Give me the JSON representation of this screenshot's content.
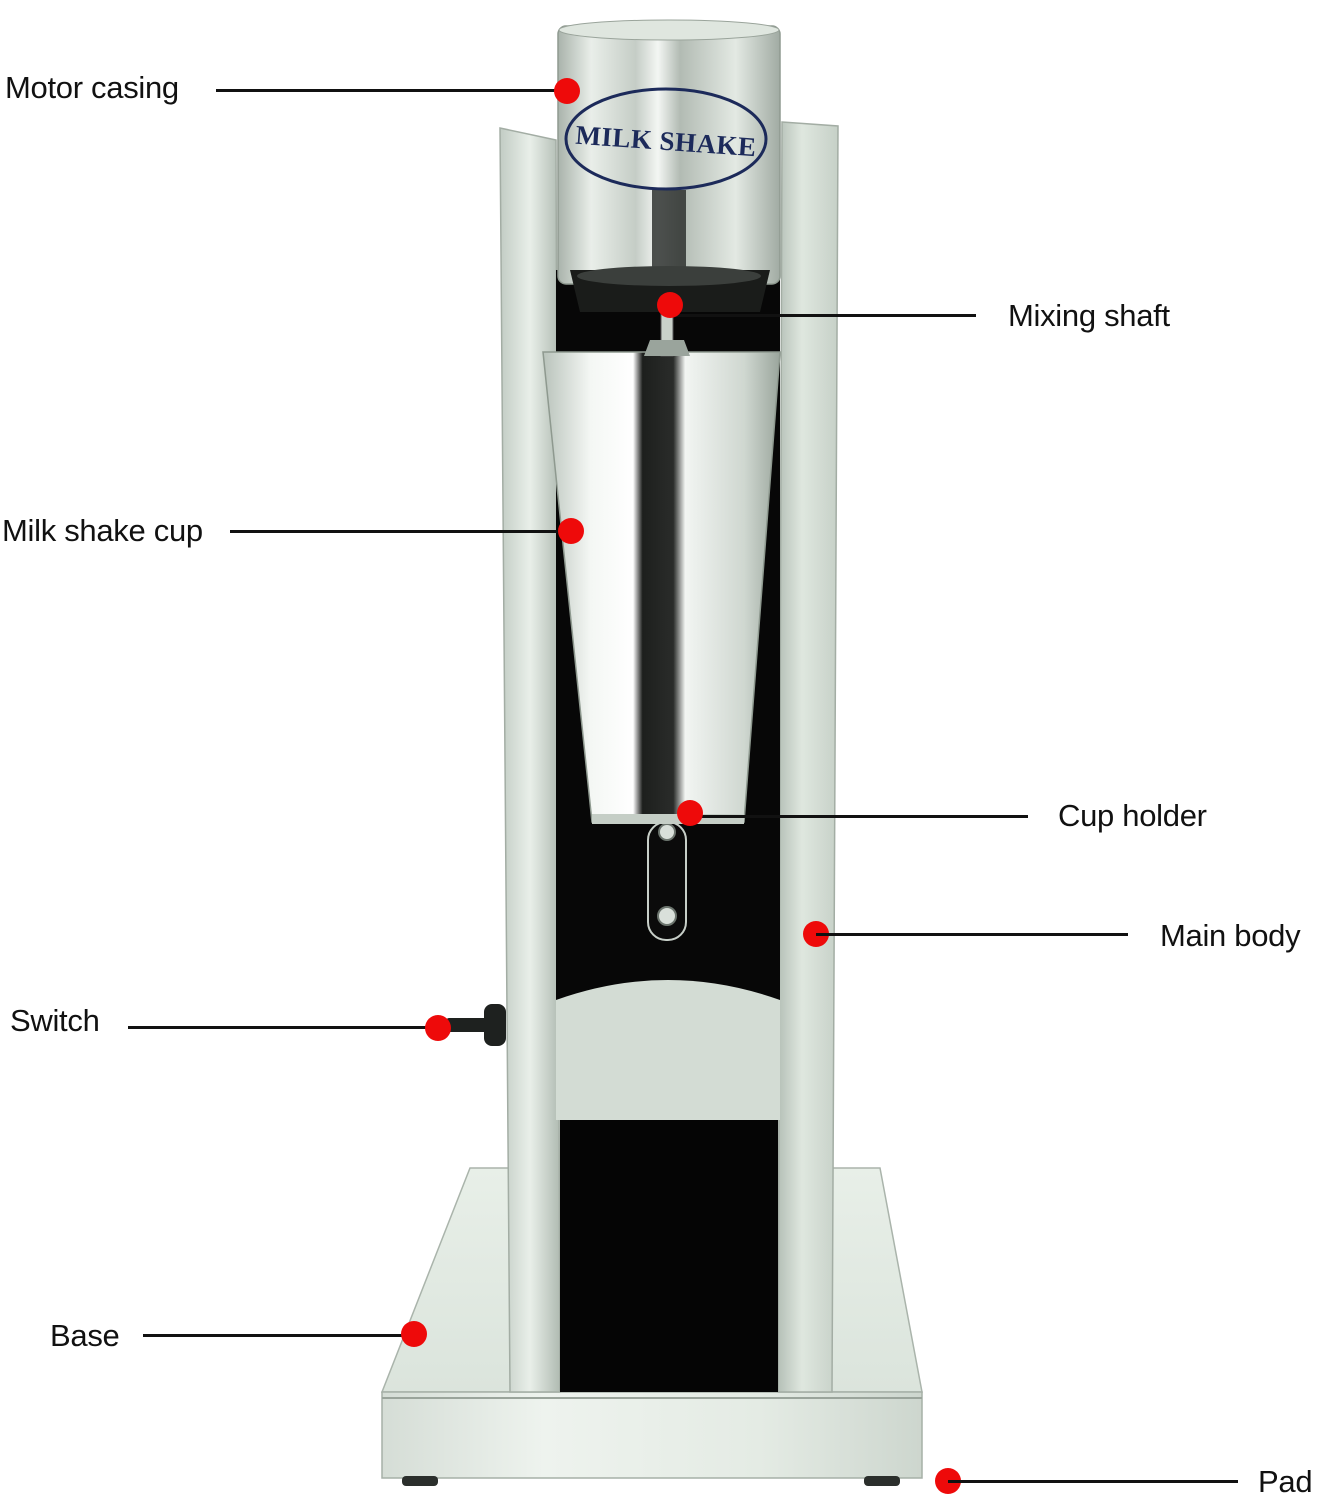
{
  "diagram": {
    "subject": "Milk shake mixer",
    "casing_badge": "MILK SHAKE",
    "colors": {
      "marker": "#ee0a0a",
      "leader_line": "#111111",
      "steel_light": "#e4ebe4",
      "steel_mid": "#b9c4bb",
      "steel_dark": "#7f8a82",
      "panel_black": "#070707",
      "badge_ink": "#1c2a5a"
    },
    "callouts": [
      {
        "id": "motor-casing",
        "label": "Motor casing",
        "side": "left"
      },
      {
        "id": "mixing-shaft",
        "label": "Mixing shaft",
        "side": "right"
      },
      {
        "id": "milk-shake-cup",
        "label": "Milk shake cup",
        "side": "left"
      },
      {
        "id": "cup-holder",
        "label": "Cup holder",
        "side": "right"
      },
      {
        "id": "main-body",
        "label": "Main body",
        "side": "right"
      },
      {
        "id": "switch",
        "label": "Switch",
        "side": "left"
      },
      {
        "id": "base",
        "label": "Base",
        "side": "left"
      },
      {
        "id": "pad",
        "label": "Pad",
        "side": "right"
      }
    ]
  }
}
